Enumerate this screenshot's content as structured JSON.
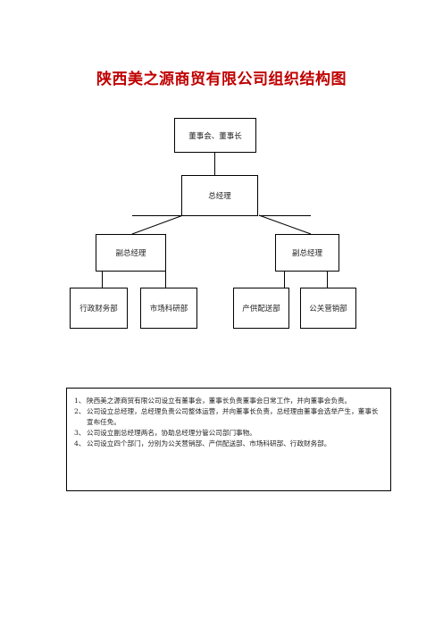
{
  "title": "陕西美之源商贸有限公司组织结构图",
  "org": {
    "board": "董事会、董事长",
    "gm": "总经理",
    "vp_left": "副总经理",
    "vp_right": "副总经理",
    "departments": [
      "行政财务部",
      "市场科研部",
      "产供配送部",
      "公关营销部"
    ]
  },
  "notes": [
    {
      "num": "1、",
      "text": "陕西美之源商贸有限公司设立有董事会，董事长负责董事会日常工作，并向董事会负责。"
    },
    {
      "num": "2、",
      "text": "公司设立总经理，总经理负责公司整体运营，并向董事长负责，总经理由董事会选举产生，董事长宣布任免。"
    },
    {
      "num": "3、",
      "text": "公司设立副总经理两名，协助总经理分管公司部门事物。"
    },
    {
      "num": "4、",
      "text": "公司设立四个部门，分别为公关营销部、产供配送部、市场科研部、行政财务部。"
    }
  ]
}
